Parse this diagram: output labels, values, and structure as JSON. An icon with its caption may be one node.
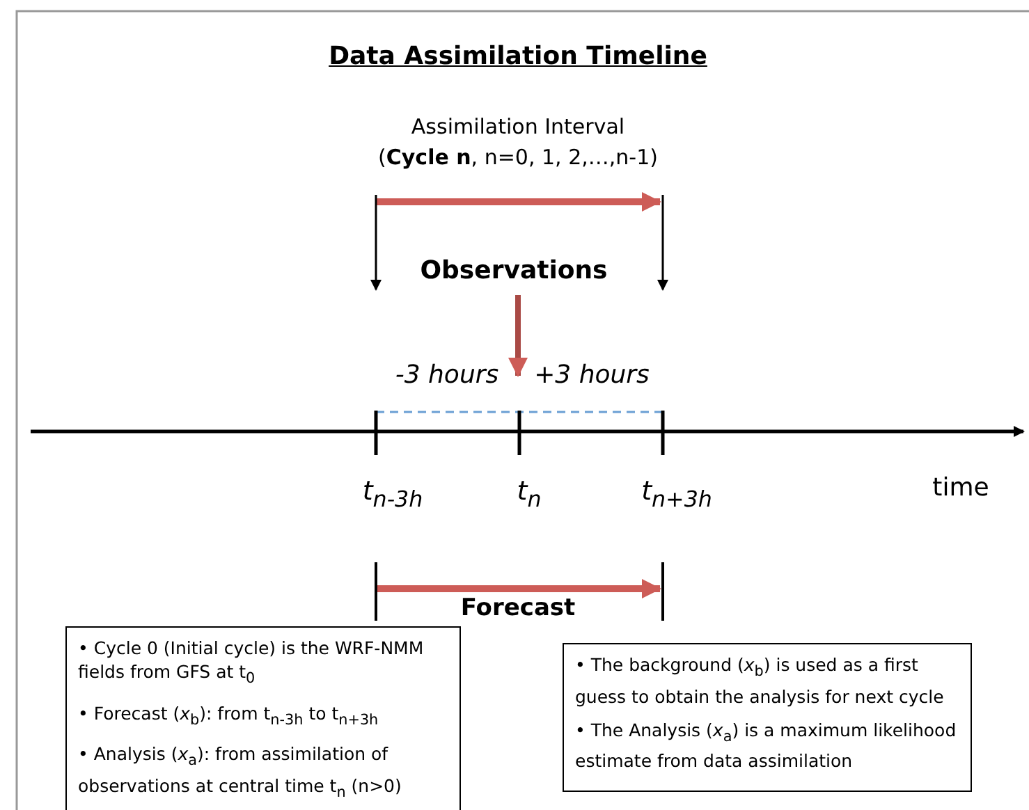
{
  "diagram": {
    "title": "Data Assimilation Timeline",
    "nodes": [
      {
        "text": [
          "• Cycle 0 (Initial cycle) is the WRF-NMM fields from GFS at  t$_{0}$",
          "• Forecast (*x*$_{b}$): from t$_{n-3h}$ to t$_{n+3h}$",
          "•  Analysis (*x*$_{a}$): from assimilation of observations at  central time t$_{n}$  (n>0)"
        ]
      },
      {
        "text": [
          "• The background (*x*$_{b}$)  is used as a first guess to obtain the analysis  for next cycle",
          "•  The Analysis (*x*$_{a}$) is a maximum likelihood estimate from data assimilation"
        ]
      }
    ],
    "labels": [
      "Assimilation Interval",
      "(**Cycle n**, n=0, 1, 2,…,n-1)",
      "Observations",
      "-3 hours",
      "+3 hours",
      "t$_{n-3h}$",
      "t$_{n}$",
      "t$_{n+3h}$",
      "time",
      "Forecast"
    ]
  }
}
